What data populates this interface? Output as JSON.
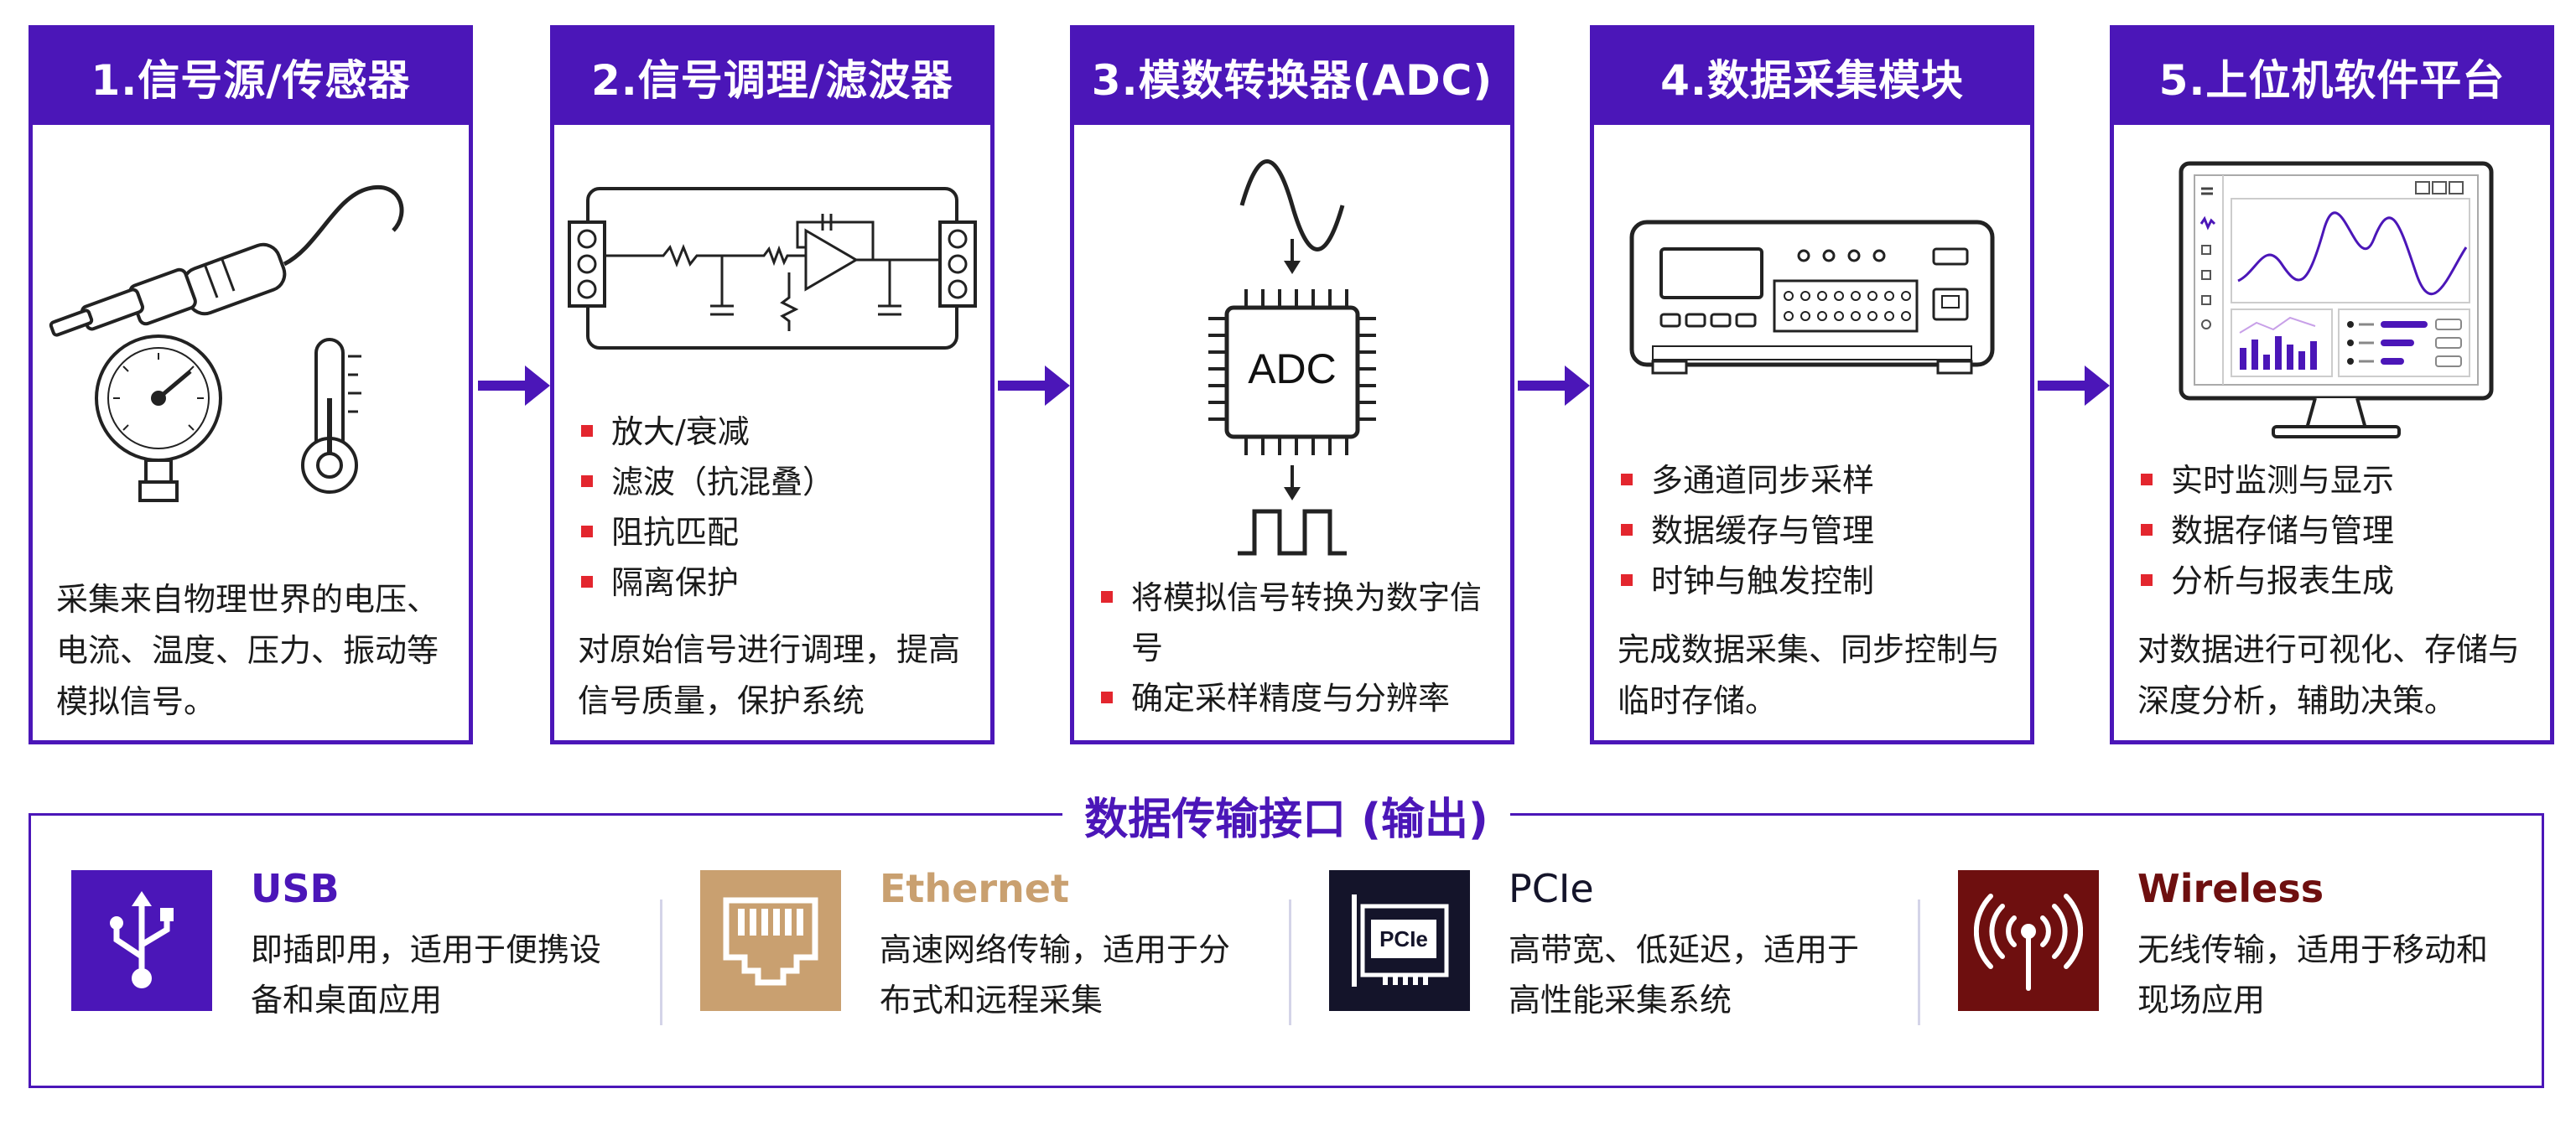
{
  "stages": [
    {
      "title": "1.信号源/传感器",
      "bullets": [],
      "description": "采集来自物理世界的电压、电流、温度、压力、振动等模拟信号。"
    },
    {
      "title": "2.信号调理/滤波器",
      "bullets": [
        "放大/衰减",
        "滤波（抗混叠）",
        "阻抗匹配",
        "隔离保护"
      ],
      "description": "对原始信号进行调理，提高信号质量，保护系统"
    },
    {
      "title": "3.模数转换器(ADC)",
      "chip_label": "ADC",
      "bullets": [
        "将模拟信号转换为数字信号",
        "确定采样精度与分辨率"
      ],
      "description": ""
    },
    {
      "title": "4.数据采集模块",
      "bullets": [
        "多通道同步采样",
        "数据缓存与管理",
        "时钟与触发控制"
      ],
      "description": "完成数据采集、同步控制与临时存储。"
    },
    {
      "title": "5.上位机软件平台",
      "bullets": [
        "实时监测与显示",
        "数据存储与管理",
        "分析与报表生成"
      ],
      "description": "对数据进行可视化、存储与深度分析，辅助决策。"
    }
  ],
  "interfaces": {
    "title": "数据传输接口 (输出)",
    "items": [
      {
        "name": "USB",
        "description": "即插即用，适用于便携设备和桌面应用",
        "icon": "usb-icon",
        "color": "#4b16b8"
      },
      {
        "name": "Ethernet",
        "description": "高速网络传输，适用于分布式和远程采集",
        "icon": "ethernet-icon",
        "color": "#c9a070"
      },
      {
        "name": "PCIe",
        "card_label": "PCIe",
        "description": "高带宽、低延迟，适用于高性能采集系统",
        "icon": "pcie-card-icon",
        "color": "#14142a"
      },
      {
        "name": "Wireless",
        "description": "无线传输，适用于移动和现场应用",
        "icon": "antenna-icon",
        "color": "#6e0f0f"
      }
    ]
  },
  "colors": {
    "accent": "#4b16b8",
    "bullet": "#e3262e"
  }
}
